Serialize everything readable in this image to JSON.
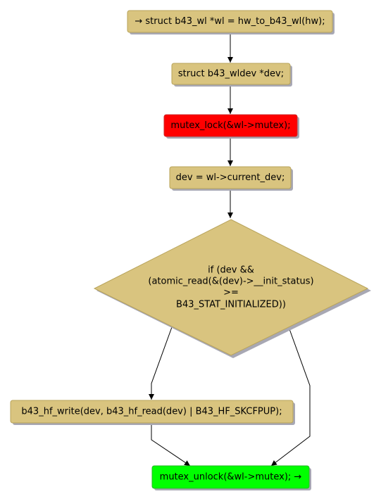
{
  "diagram": {
    "nodes": {
      "n1": {
        "label": "→ struct b43_wl *wl = hw_to_b43_wl(hw);",
        "color": "#d9c47f"
      },
      "n2": {
        "label": "struct b43_wldev *dev;",
        "color": "#d9c47f"
      },
      "n3": {
        "label": "mutex_lock(&wl->mutex);",
        "color": "#ff0000"
      },
      "n4": {
        "label": "dev = wl->current_dev;",
        "color": "#d9c47f"
      },
      "n5": {
        "lines": [
          "if (dev &&",
          "(atomic_read(&(dev)->__init_status)",
          ">=",
          "B43_STAT_INITIALIZED))"
        ],
        "color": "#d9c47f"
      },
      "n6": {
        "label": "b43_hf_write(dev, b43_hf_read(dev) | B43_HF_SKCFPUP);",
        "color": "#d9c47f"
      },
      "n7": {
        "label": "mutex_unlock(&wl->mutex); →",
        "color": "#00ff00"
      }
    },
    "edges": [
      {
        "from": "n1",
        "to": "n2"
      },
      {
        "from": "n2",
        "to": "n3"
      },
      {
        "from": "n3",
        "to": "n4"
      },
      {
        "from": "n4",
        "to": "n5"
      },
      {
        "from": "n5",
        "to": "n6"
      },
      {
        "from": "n5",
        "to": "n7"
      },
      {
        "from": "n6",
        "to": "n7"
      }
    ],
    "colors": {
      "stroke": "#b8a35a",
      "shadow": "#a8a8b4",
      "edge": "#000000"
    }
  }
}
